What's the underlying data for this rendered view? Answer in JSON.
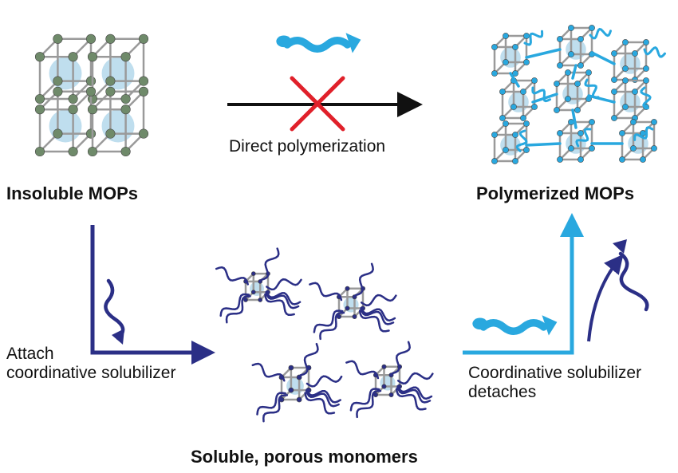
{
  "labels": {
    "insoluble": "Insoluble MOPs",
    "polymerized": "Polymerized MOPs",
    "direct": "Direct polymerization",
    "attach_line1": "Attach",
    "attach_line2": "coordinative solubilizer",
    "detach_line1": "Coordinative solubilizer",
    "detach_line2": "detaches",
    "monomers": "Soluble, porous monomers"
  },
  "colors": {
    "black_arrow": "#111111",
    "red_cross": "#e0202a",
    "navy": "#2b2f86",
    "cyan": "#29a8df",
    "node_green": "#6f8a6a",
    "frame_grey": "#9a9a9a",
    "sphere": "#a9d3e8"
  }
}
